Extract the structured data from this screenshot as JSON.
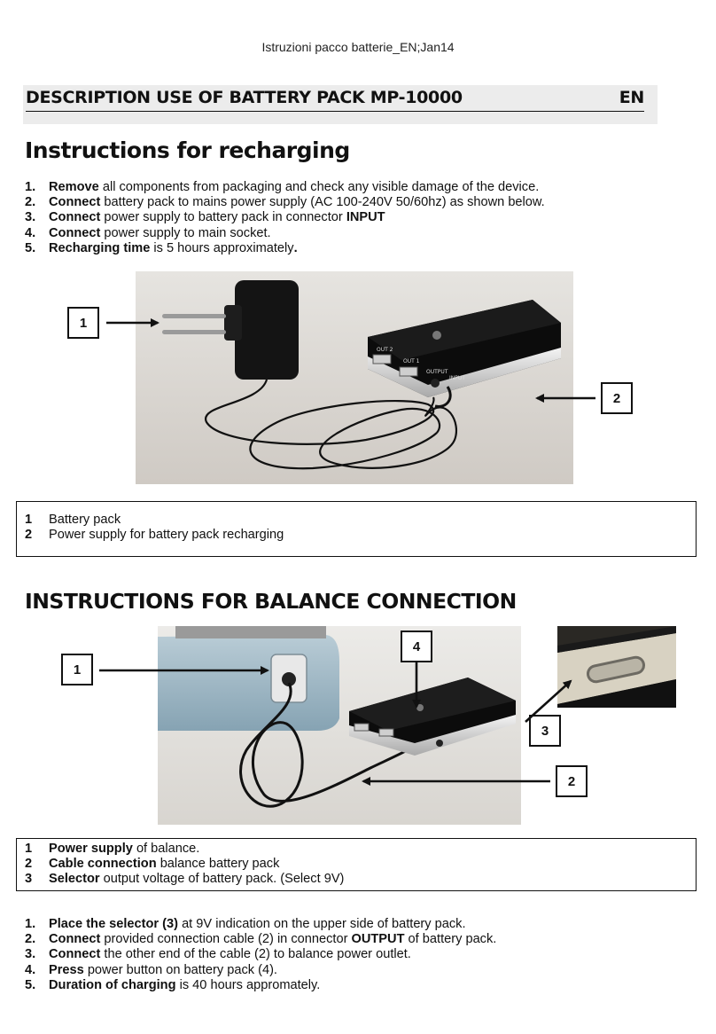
{
  "header_note": "Istruzioni pacco batterie_EN;Jan14",
  "banner": {
    "title": "DESCRIPTION USE OF BATTERY PACK MP-10000",
    "lang": "EN"
  },
  "recharging": {
    "heading": "Instructions for recharging",
    "steps": [
      {
        "num": "1.",
        "bold": "Remove",
        "text": " all components from packaging and check any visible damage of the device.",
        "bold2": "",
        "tail": ""
      },
      {
        "num": "2.",
        "bold": "Connect",
        "text": " battery pack to mains power supply (AC 100-240V 50/60hz) as shown below.",
        "bold2": "",
        "tail": ""
      },
      {
        "num": "3.",
        "bold": "Connect",
        "text": " power supply to battery pack in connector ",
        "bold2": "INPUT",
        "tail": ""
      },
      {
        "num": "4.",
        "bold": "Connect",
        "text": " power supply to main socket.",
        "bold2": "",
        "tail": ""
      },
      {
        "num": "5.",
        "bold": "Recharging time",
        "text": " is 5 hours approximately",
        "bold2": ".",
        "tail": ""
      }
    ],
    "callouts": [
      "1",
      "2"
    ],
    "legend": [
      {
        "n": "1",
        "bold": "",
        "text": "Battery pack"
      },
      {
        "n": "2",
        "bold": "",
        "text": "Power supply for battery pack recharging"
      }
    ]
  },
  "balance": {
    "heading": "INSTRUCTIONS FOR BALANCE CONNECTION",
    "callouts": [
      "1",
      "4",
      "3",
      "2"
    ],
    "legend": [
      {
        "n": "1",
        "bold": "Power supply",
        "text": " of balance."
      },
      {
        "n": "2",
        "bold": "Cable connection",
        "text": " balance battery pack"
      },
      {
        "n": "3",
        "bold": "Selector",
        "text": " output voltage of battery pack. (Select 9V)"
      }
    ],
    "steps": [
      {
        "num": "1.",
        "bold": "Place the selector (3)",
        "text": " at 9V indication on the upper side of battery pack.",
        "bold2": "",
        "tail": ""
      },
      {
        "num": "2.",
        "bold": "Connect",
        "text": " provided connection cable (2) in connector ",
        "bold2": "OUTPUT",
        "tail": " of battery pack."
      },
      {
        "num": "3.",
        "bold": "Connect",
        "text": " the other end of the cable (2) to balance power outlet.",
        "bold2": "",
        "tail": ""
      },
      {
        "num": "4.",
        "bold": "Press",
        "text": " power button on battery pack (4).",
        "bold2": "",
        "tail": ""
      },
      {
        "num": "5.",
        "bold": "Duration of charging",
        "text": " is 40 hours appromately.",
        "bold2": "",
        "tail": ""
      }
    ]
  },
  "photo_labels": {
    "out2": "OUT 2",
    "out1": "OUT 1",
    "output": "OUTPUT",
    "input": "INPUT"
  }
}
